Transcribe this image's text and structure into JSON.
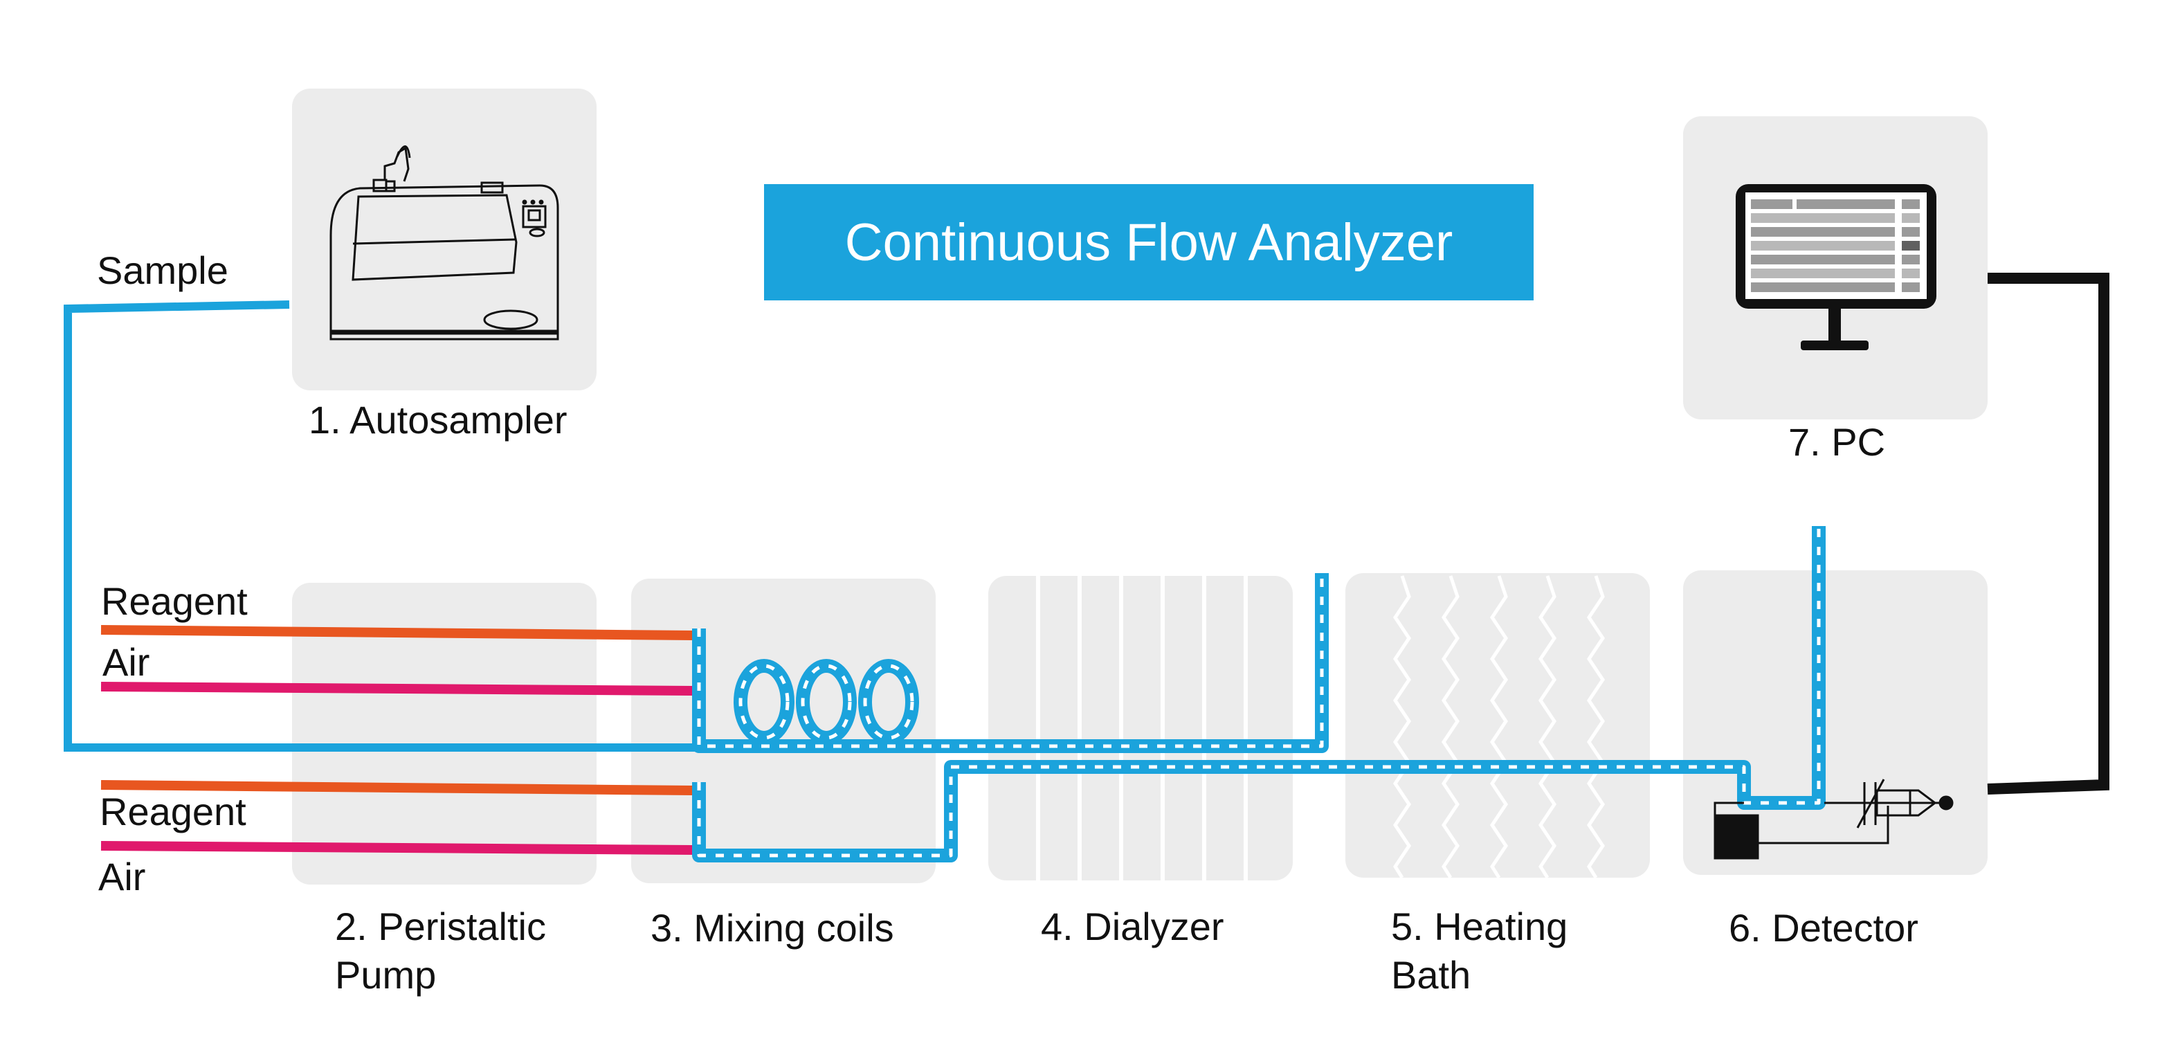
{
  "title": "Continuous Flow Analyzer",
  "labels": {
    "sample": "Sample",
    "reagent_1": "Reagent",
    "air_1": "Air",
    "reagent_2": "Reagent",
    "air_2": "Air"
  },
  "components": [
    {
      "number_label": "1. Autosampler",
      "name": "autosampler"
    },
    {
      "number_label": "2. Peristaltic",
      "line2": "Pump",
      "name": "peristaltic-pump"
    },
    {
      "number_label": "3. Mixing coils",
      "name": "mixing-coils"
    },
    {
      "number_label": "4. Dialyzer",
      "name": "dialyzer"
    },
    {
      "number_label": "5. Heating",
      "line2": "Bath",
      "name": "heating-bath"
    },
    {
      "number_label": "6. Detector",
      "name": "detector"
    },
    {
      "number_label": "7. PC",
      "name": "pc"
    }
  ],
  "colors": {
    "flow_blue": "#1ba3dc",
    "reagent_orange": "#e85620",
    "air_pink": "#e0196c",
    "panel_gray": "#ececec",
    "title_bg": "#1ba3dc",
    "signal_black": "#111111"
  },
  "icons": [
    "autosampler-device-icon",
    "monitor-icon",
    "detector-schematic-icon",
    "mixing-coil-icon"
  ]
}
